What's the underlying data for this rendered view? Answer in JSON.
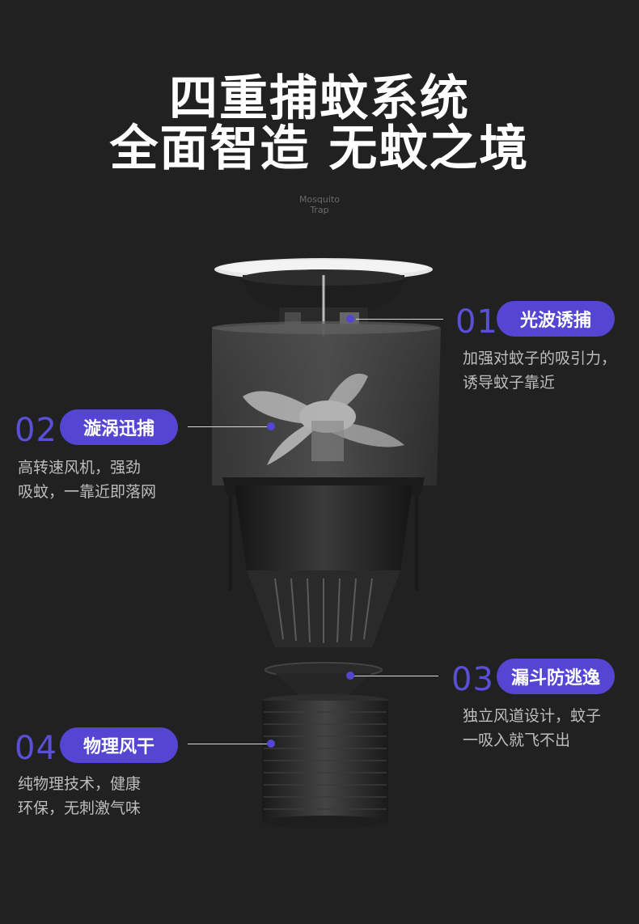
{
  "headline": {
    "line1": "四重捕蚊系统",
    "line2": "全面智造 无蚊之境"
  },
  "brand_mark": {
    "line1": "Mosquito",
    "line2": "Trap"
  },
  "features": [
    {
      "number": "01",
      "title": "光波诱捕",
      "desc_line1": "加强对蚊子的吸引力，",
      "desc_line2": "诱导蚊子靠近"
    },
    {
      "number": "02",
      "title": "漩涡迅捕",
      "desc_line1": "高转速风机，强劲",
      "desc_line2": "吸蚊，一靠近即落网"
    },
    {
      "number": "03",
      "title": "漏斗防逃逸",
      "desc_line1": "独立风道设计，蚊子",
      "desc_line2": "一吸入就飞不出"
    },
    {
      "number": "04",
      "title": "物理风干",
      "desc_line1": "纯物理技术，健康",
      "desc_line2": "环保，无刺激气味"
    }
  ],
  "colors": {
    "background": "#212121",
    "accent": "#5445d2",
    "title_text": "#ffffff",
    "desc_text": "#bdbdbd"
  }
}
